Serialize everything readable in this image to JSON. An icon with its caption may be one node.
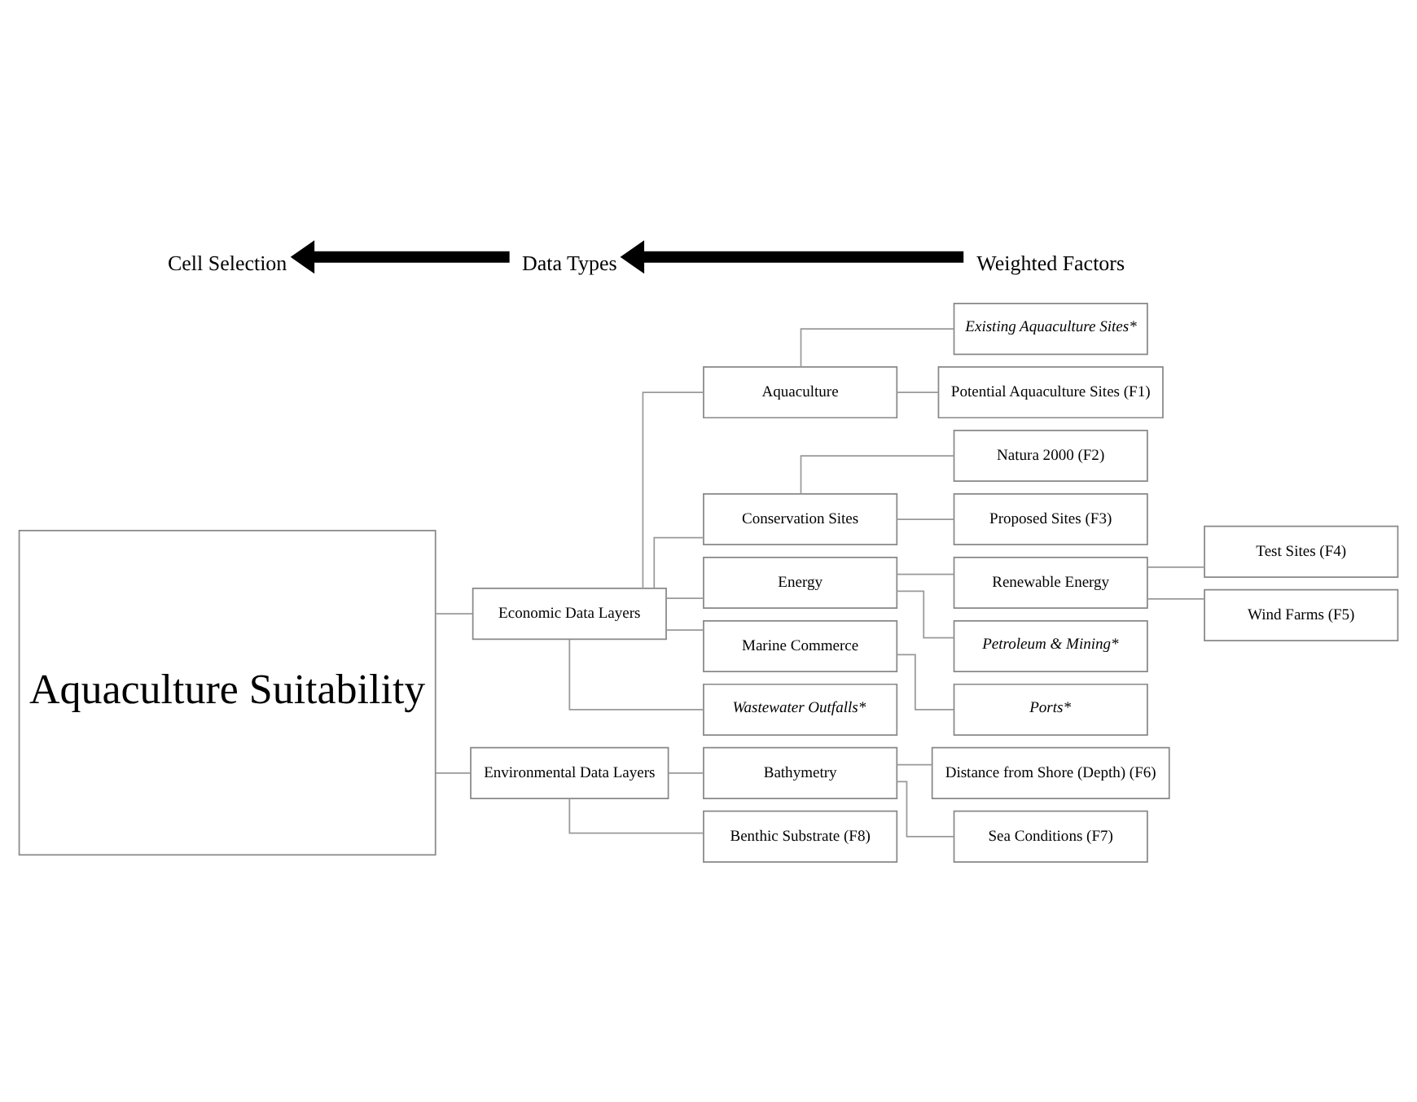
{
  "diagram": {
    "nodes": [
      {
        "text": [
          "Aquaculture Suitability"
        ]
      },
      {
        "text": [
          "Economic Data Layers"
        ]
      },
      {
        "text": [
          "Environmental Data Layers"
        ]
      },
      {
        "text": [
          "Aquaculture"
        ]
      },
      {
        "text": [
          "Conservation Sites"
        ]
      },
      {
        "text": [
          "Energy"
        ]
      },
      {
        "text": [
          "Marine Commerce"
        ]
      },
      {
        "text": [
          "Wastewater Outfalls*"
        ]
      },
      {
        "text": [
          "Existing Aquaculture Sites*"
        ]
      },
      {
        "text": [
          "Potential Aquaculture Sites (F1)"
        ]
      },
      {
        "text": [
          "Natura 2000 (F2)"
        ]
      },
      {
        "text": [
          "Proposed Sites (F3)"
        ]
      },
      {
        "text": [
          "Renewable Energy"
        ]
      },
      {
        "text": [
          "Petroleum & Mining*"
        ]
      },
      {
        "text": [
          "Ports*"
        ]
      },
      {
        "text": [
          "Test Sites (F4)"
        ]
      },
      {
        "text": [
          "Wind Farms (F5)"
        ]
      },
      {
        "text": [
          "Bathymetry"
        ]
      },
      {
        "text": [
          "Benthic Substrate (F8)"
        ]
      },
      {
        "text": [
          "Distance from Shore (Depth) (F6)"
        ]
      },
      {
        "text": [
          "Sea Conditions (F7)"
        ]
      },
      {
        "text": [
          "Cell Selection"
        ]
      },
      {
        "text": [
          "Data Types"
        ]
      },
      {
        "text": [
          "Weighted Factors"
        ]
      }
    ],
    "edges": [
      {
        "from": 23,
        "to": 22,
        "arrow": "to",
        "style": "thick",
        "color": "#000000"
      },
      {
        "from": 22,
        "to": 21,
        "arrow": "to",
        "style": "thick",
        "color": "#000000"
      },
      {
        "from": 0,
        "to": 1,
        "arrow": "none"
      },
      {
        "from": 0,
        "to": 2,
        "arrow": "none"
      },
      {
        "from": 1,
        "to": 3,
        "arrow": "none"
      },
      {
        "from": 1,
        "to": 4,
        "arrow": "none"
      },
      {
        "from": 1,
        "to": 5,
        "arrow": "none"
      },
      {
        "from": 1,
        "to": 6,
        "arrow": "none"
      },
      {
        "from": 1,
        "to": 7,
        "arrow": "none"
      },
      {
        "from": 3,
        "to": 8,
        "arrow": "none"
      },
      {
        "from": 3,
        "to": 9,
        "arrow": "none"
      },
      {
        "from": 4,
        "to": 10,
        "arrow": "none"
      },
      {
        "from": 4,
        "to": 11,
        "arrow": "none"
      },
      {
        "from": 5,
        "to": 12,
        "arrow": "none"
      },
      {
        "from": 5,
        "to": 13,
        "arrow": "none"
      },
      {
        "from": 6,
        "to": 14,
        "arrow": "none"
      },
      {
        "from": 12,
        "to": 15,
        "arrow": "none"
      },
      {
        "from": 12,
        "to": 16,
        "arrow": "none"
      },
      {
        "from": 2,
        "to": 17,
        "arrow": "none"
      },
      {
        "from": 2,
        "to": 18,
        "arrow": "none"
      },
      {
        "from": 17,
        "to": 19,
        "arrow": "none"
      },
      {
        "from": 17,
        "to": 20,
        "arrow": "none"
      }
    ]
  }
}
